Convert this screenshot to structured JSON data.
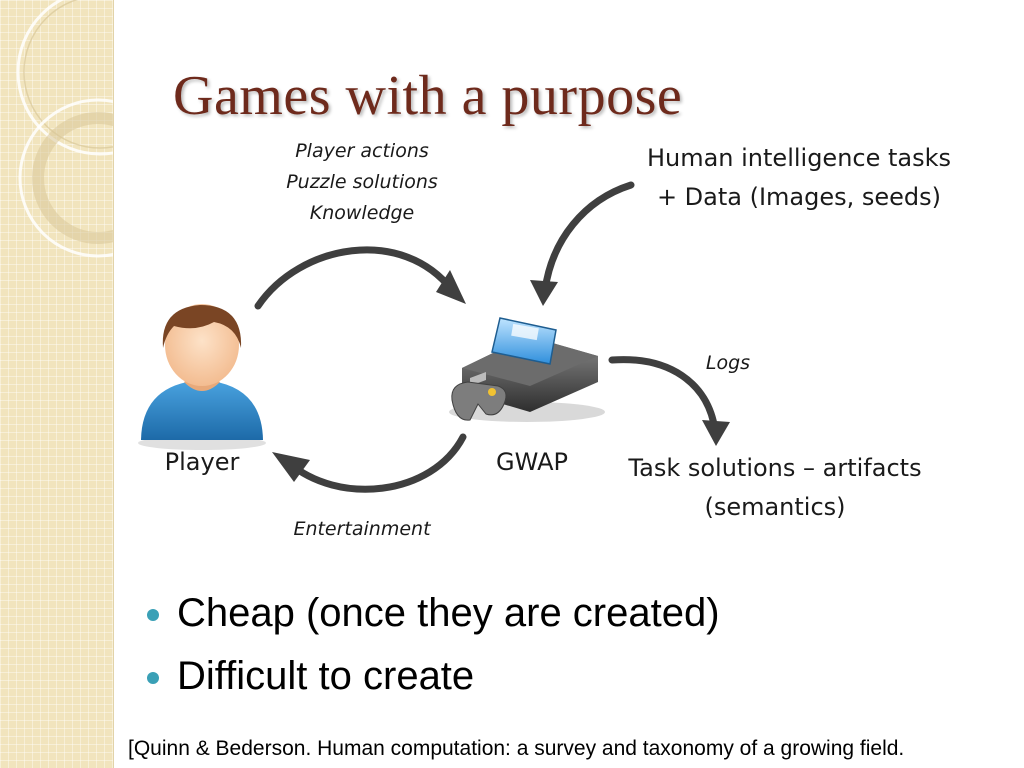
{
  "slide": {
    "title": "Games with a purpose"
  },
  "diagram": {
    "player_label": "Player",
    "gwap_label": "GWAP",
    "player_actions_lines": [
      "Player actions",
      "Puzzle solutions",
      "Knowledge"
    ],
    "entertainment_label": "Entertainment",
    "hit_lines": [
      "Human intelligence tasks",
      "+ Data (Images, seeds)"
    ],
    "logs_label": "Logs",
    "solutions_lines": [
      "Task solutions – artifacts",
      "(semantics)"
    ]
  },
  "bullets": [
    "Cheap (once they are created)",
    "Difficult to create"
  ],
  "citation": "[Quinn & Bederson. Human computation: a survey and taxonomy of a growing field.",
  "colors": {
    "title": "#6e2a1c",
    "bullet": "#3aa0b6",
    "sidebar": "#f1e4bd",
    "arrow": "#3f3f3f",
    "player_shirt": "#2f86c6",
    "player_hair": "#7a4524"
  },
  "icons": {
    "player": "user-avatar-icon",
    "gwap": "game-console-icon"
  }
}
